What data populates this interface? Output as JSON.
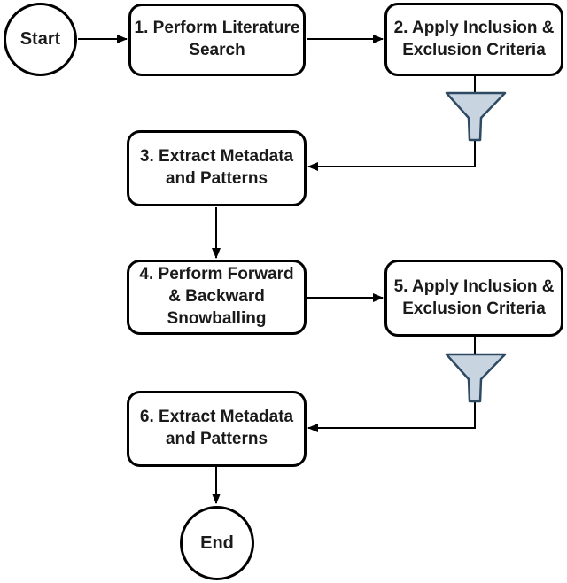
{
  "flowchart": {
    "start": {
      "label": "Start"
    },
    "end": {
      "label": "End"
    },
    "steps": [
      {
        "id": "1",
        "label": "1. Perform Literature\nSearch"
      },
      {
        "id": "2",
        "label": "2. Apply Inclusion &\nExclusion Criteria"
      },
      {
        "id": "3",
        "label": "3. Extract Metadata\nand Patterns"
      },
      {
        "id": "4",
        "label": "4. Perform Forward\n& Backward\nSnowballing"
      },
      {
        "id": "5",
        "label": "5. Apply Inclusion &\nExclusion Criteria"
      },
      {
        "id": "6",
        "label": "6. Extract Metadata\nand Patterns"
      }
    ],
    "icons": {
      "funnel": {
        "name": "funnel-icon",
        "fill": "#c8d4e0",
        "stroke": "#2e4a62"
      }
    },
    "edges": [
      {
        "from": "start",
        "to": "1"
      },
      {
        "from": "1",
        "to": "2"
      },
      {
        "from": "2",
        "to": "3",
        "via": "funnel"
      },
      {
        "from": "3",
        "to": "4"
      },
      {
        "from": "4",
        "to": "5"
      },
      {
        "from": "5",
        "to": "6",
        "via": "funnel"
      },
      {
        "from": "6",
        "to": "end"
      }
    ],
    "colors": {
      "background": "#ffffff",
      "node_fill": "#ffffff",
      "node_border": "#000000",
      "line": "#000000"
    }
  }
}
